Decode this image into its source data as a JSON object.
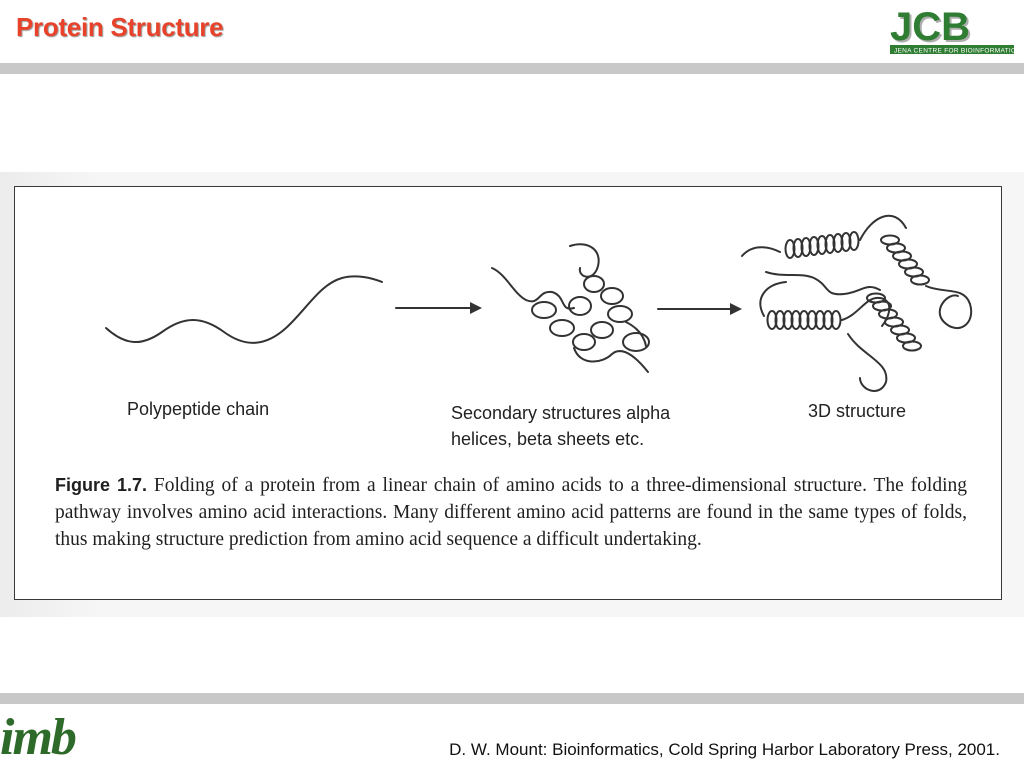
{
  "slide": {
    "title": "Protein Structure"
  },
  "logos": {
    "top_right": {
      "text": "JCB",
      "subtitle": "Jena Centre for Bioinformatics",
      "color": "#2e7d32"
    },
    "bottom_left": {
      "text": "imb",
      "color": "#2e6b2a"
    }
  },
  "figure": {
    "stages": [
      {
        "label": "Polypeptide chain"
      },
      {
        "label": "Secondary structures alpha helices, beta sheets etc.",
        "line1": "Secondary structures alpha",
        "line2": "helices, beta sheets etc."
      },
      {
        "label": "3D structure"
      }
    ],
    "caption": {
      "figure_number": "Figure 1.7.",
      "text": "Folding of a protein from a linear chain of amino acids to a three-dimensional structure. The folding pathway involves amino acid interactions. Many different amino acid patterns are found in the same types of folds, thus making structure prediction from amino acid sequence a difficult undertaking."
    }
  },
  "footer": {
    "citation": "D. W. Mount: Bioinformatics, Cold Spring Harbor Laboratory Press, 2001."
  },
  "colors": {
    "title": "#e8432a",
    "bars": "#c8c8c8",
    "ink": "#333333"
  }
}
